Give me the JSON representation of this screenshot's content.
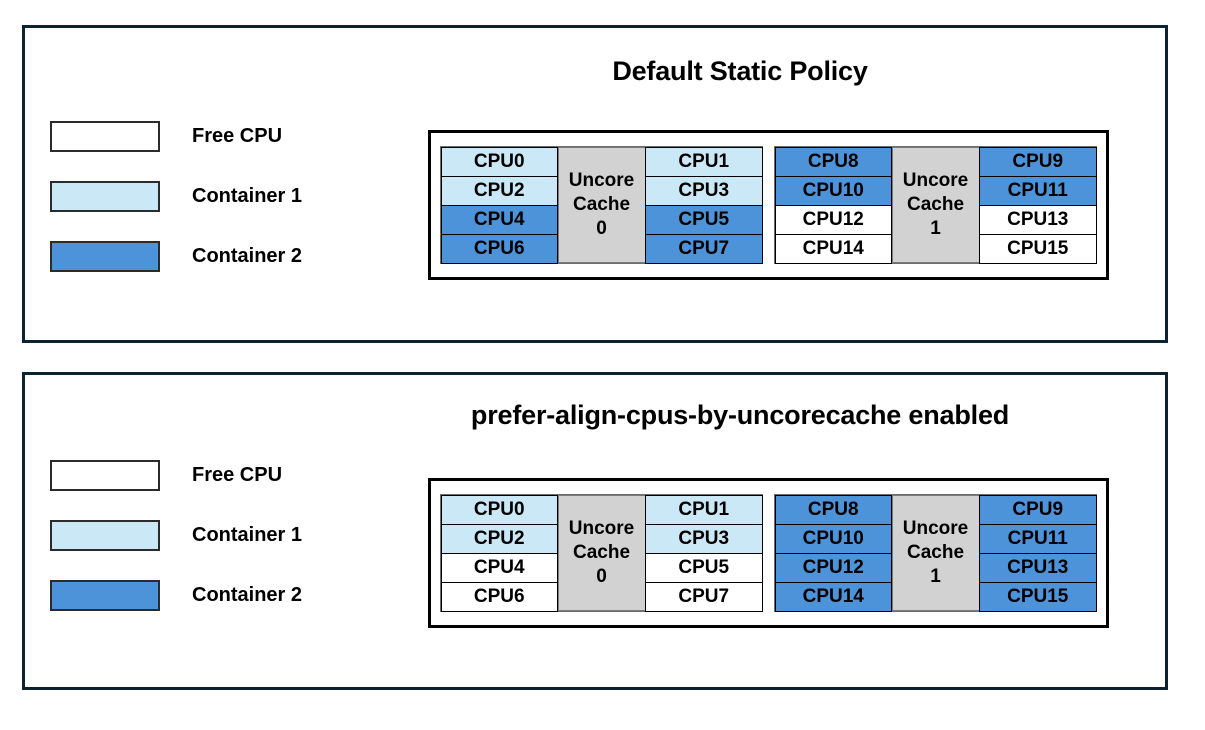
{
  "colors": {
    "panel_border": "#0c2231",
    "free_cpu": "#ffffff",
    "container1": "#cbe8f7",
    "container2": "#4d93d9",
    "cache_box": "#d2d2d2",
    "text": "#000000"
  },
  "panels": [
    {
      "title": "Default Static Policy",
      "legend": [
        {
          "label": "Free CPU",
          "swatch": "free"
        },
        {
          "label": "Container 1",
          "swatch": "container1"
        },
        {
          "label": "Container 2",
          "swatch": "container2"
        }
      ],
      "diagram": {
        "groups": [
          {
            "cache_line1": "Uncore",
            "cache_line2": "Cache",
            "cache_line3": "0",
            "left_column": [
              {
                "label": "CPU0",
                "state": "container1"
              },
              {
                "label": "CPU2",
                "state": "container1"
              },
              {
                "label": "CPU4",
                "state": "container2"
              },
              {
                "label": "CPU6",
                "state": "container2"
              }
            ],
            "right_column": [
              {
                "label": "CPU1",
                "state": "container1"
              },
              {
                "label": "CPU3",
                "state": "container1"
              },
              {
                "label": "CPU5",
                "state": "container2"
              },
              {
                "label": "CPU7",
                "state": "container2"
              }
            ]
          },
          {
            "cache_line1": "Uncore",
            "cache_line2": "Cache",
            "cache_line3": "1",
            "left_column": [
              {
                "label": "CPU8",
                "state": "container2"
              },
              {
                "label": "CPU10",
                "state": "container2"
              },
              {
                "label": "CPU12",
                "state": "free"
              },
              {
                "label": "CPU14",
                "state": "free"
              }
            ],
            "right_column": [
              {
                "label": "CPU9",
                "state": "container2"
              },
              {
                "label": "CPU11",
                "state": "container2"
              },
              {
                "label": "CPU13",
                "state": "free"
              },
              {
                "label": "CPU15",
                "state": "free"
              }
            ]
          }
        ]
      }
    },
    {
      "title": "prefer-align-cpus-by-uncorecache enabled",
      "legend": [
        {
          "label": "Free CPU",
          "swatch": "free"
        },
        {
          "label": "Container 1",
          "swatch": "container1"
        },
        {
          "label": "Container 2",
          "swatch": "container2"
        }
      ],
      "diagram": {
        "groups": [
          {
            "cache_line1": "Uncore",
            "cache_line2": "Cache",
            "cache_line3": "0",
            "left_column": [
              {
                "label": "CPU0",
                "state": "container1"
              },
              {
                "label": "CPU2",
                "state": "container1"
              },
              {
                "label": "CPU4",
                "state": "free"
              },
              {
                "label": "CPU6",
                "state": "free"
              }
            ],
            "right_column": [
              {
                "label": "CPU1",
                "state": "container1"
              },
              {
                "label": "CPU3",
                "state": "container1"
              },
              {
                "label": "CPU5",
                "state": "free"
              },
              {
                "label": "CPU7",
                "state": "free"
              }
            ]
          },
          {
            "cache_line1": "Uncore",
            "cache_line2": "Cache",
            "cache_line3": "1",
            "left_column": [
              {
                "label": "CPU8",
                "state": "container2"
              },
              {
                "label": "CPU10",
                "state": "container2"
              },
              {
                "label": "CPU12",
                "state": "container2"
              },
              {
                "label": "CPU14",
                "state": "container2"
              }
            ],
            "right_column": [
              {
                "label": "CPU9",
                "state": "container2"
              },
              {
                "label": "CPU11",
                "state": "container2"
              },
              {
                "label": "CPU13",
                "state": "container2"
              },
              {
                "label": "CPU15",
                "state": "container2"
              }
            ]
          }
        ]
      }
    }
  ]
}
